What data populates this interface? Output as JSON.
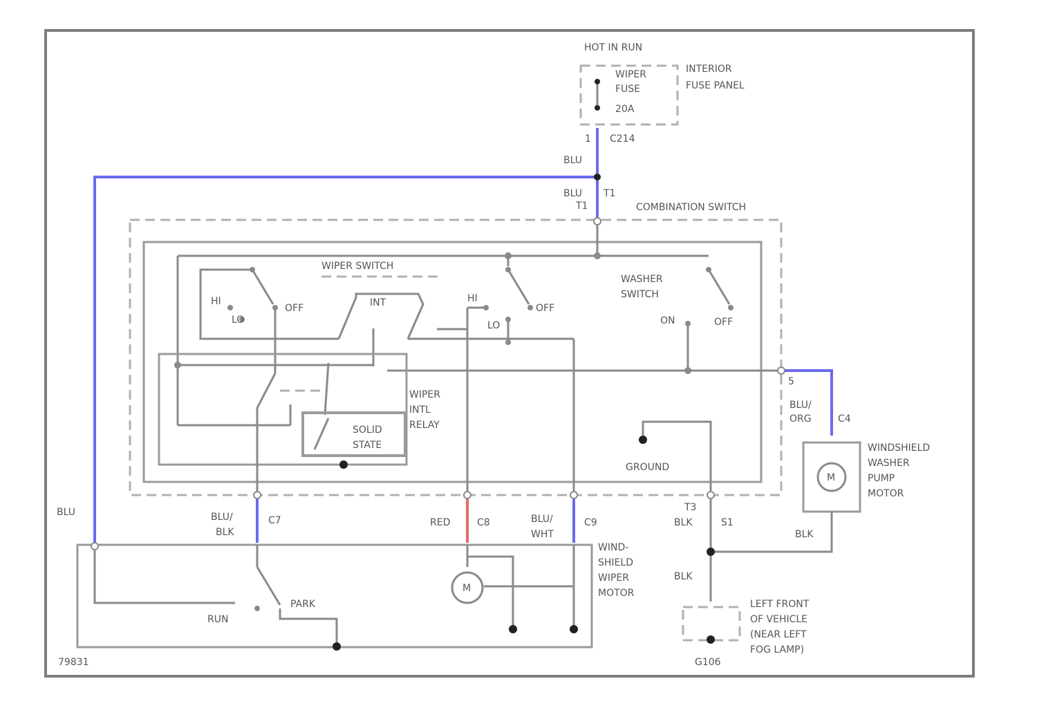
{
  "labels": {
    "hot_in_run": "HOT IN RUN",
    "fuse_name_1": "WIPER",
    "fuse_name_2": "FUSE",
    "fuse_amp": "20A",
    "fuse_panel_1": "INTERIOR",
    "fuse_panel_2": "FUSE PANEL",
    "conn_c214": "C214",
    "pin_1": "1",
    "blu_a": "BLU",
    "blu_b": "BLU",
    "t1_a": "T1",
    "t1_b": "T1",
    "combination_switch": "COMBINATION SWITCH",
    "wiper_switch": "WIPER SWITCH",
    "hi_1": "HI",
    "lo_1": "LO",
    "off_1": "OFF",
    "int": "INT",
    "hi_2": "HI",
    "lo_2": "LO",
    "off_2": "OFF",
    "washer_1": "WASHER",
    "washer_2": "SWITCH",
    "on": "ON",
    "off_3": "OFF",
    "relay_1": "WIPER",
    "relay_2": "INTL",
    "relay_3": "RELAY",
    "solid_1": "SOLID",
    "solid_2": "STATE",
    "ground": "GROUND",
    "blu_org_1": "BLU/",
    "blu_org_2": "ORG",
    "pin_5": "5",
    "conn_c4": "C4",
    "pump_1": "WINDSHIELD",
    "pump_2": "WASHER",
    "pump_3": "PUMP",
    "pump_4": "MOTOR",
    "m_pump": "M",
    "blu_left": "BLU",
    "blu_blk_1": "BLU/",
    "blu_blk_2": "BLK",
    "conn_c7": "C7",
    "red": "RED",
    "conn_c8": "C8",
    "blu_wht_1": "BLU/",
    "blu_wht_2": "WHT",
    "conn_c9": "C9",
    "t3": "T3",
    "blk_1": "BLK",
    "conn_s1": "S1",
    "blk_2": "BLK",
    "blk_3": "BLK",
    "motor_1": "WIND-",
    "motor_2": "SHIELD",
    "motor_3": "WIPER",
    "motor_4": "MOTOR",
    "m_motor": "M",
    "run": "RUN",
    "park": "PARK",
    "lamp_1": "LEFT FRONT",
    "lamp_2": "OF VEHICLE",
    "lamp_3": "(NEAR LEFT",
    "lamp_4": "FOG LAMP)",
    "g106": "G106",
    "corner": "79831"
  },
  "colors": {
    "blu_wire": "#6a6af0",
    "red_wire": "#e06a6a",
    "wire": "#8a8a8a"
  }
}
